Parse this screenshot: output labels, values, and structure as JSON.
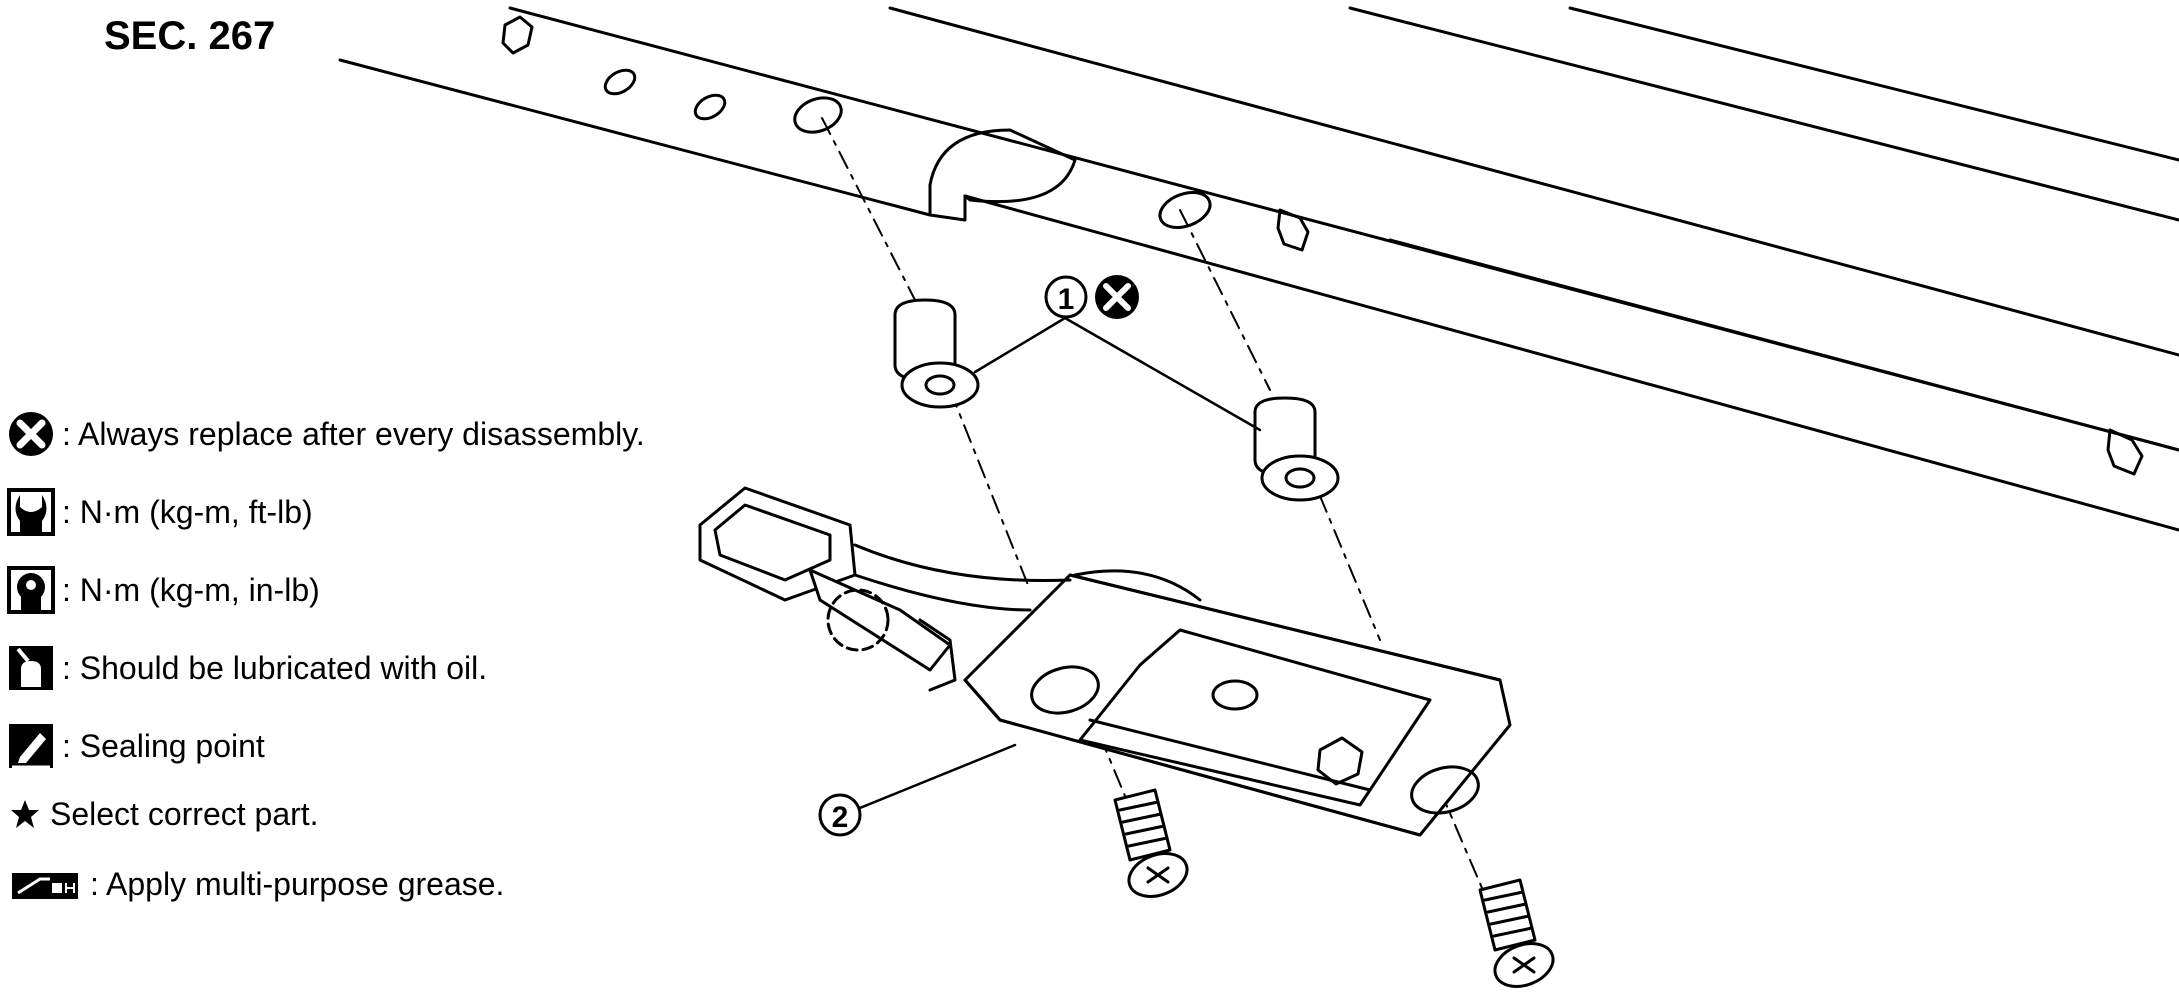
{
  "section_label": "SEC. 267",
  "callouts": {
    "part_1": "1",
    "part_2": "2"
  },
  "legend": [
    {
      "icon": "replace-x-icon",
      "text": ": Always replace after every disassembly."
    },
    {
      "icon": "torque-ftlb-icon",
      "text": ": N·m (kg-m, ft-lb)"
    },
    {
      "icon": "torque-inlb-icon",
      "text": ": N·m (kg-m, in-lb)"
    },
    {
      "icon": "oil-can-icon",
      "text": ": Should be lubricated with oil."
    },
    {
      "icon": "sealing-point-icon",
      "text": ": Sealing point"
    },
    {
      "icon": "star-icon",
      "text": "Select correct part."
    },
    {
      "icon": "grease-icon",
      "text": ": Apply multi-purpose grease."
    }
  ]
}
